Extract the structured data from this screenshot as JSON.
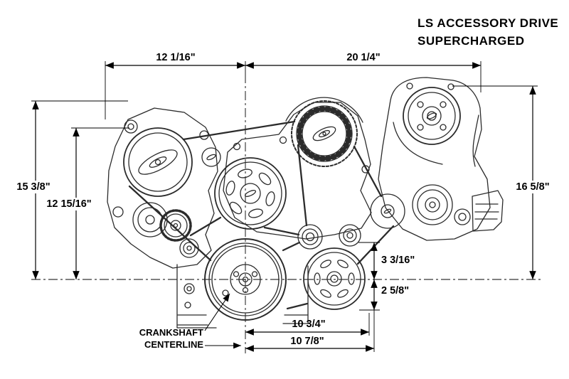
{
  "title": {
    "line1": "LS ACCESSORY DRIVE",
    "line2": "SUPERCHARGED"
  },
  "dimensions": {
    "top_left_width": "12 1/16\"",
    "top_right_width": "20 1/4\"",
    "left_outer_height": "15 3/8\"",
    "left_inner_height": "12 15/16\"",
    "right_height": "16 5/8\"",
    "idler_to_centerline": "3 3/16\"",
    "centerline_to_pulley_bottom": "2 5/8\"",
    "bottom_inner_width": "10 3/4\"",
    "bottom_outer_width": "10 7/8\""
  },
  "callouts": {
    "crankshaft_line1": "CRANKSHAFT",
    "crankshaft_line2": "CENTERLINE"
  },
  "colors": {
    "drawing_line": "#2b2b2b",
    "dimension_line": "#000000",
    "background": "#ffffff"
  }
}
